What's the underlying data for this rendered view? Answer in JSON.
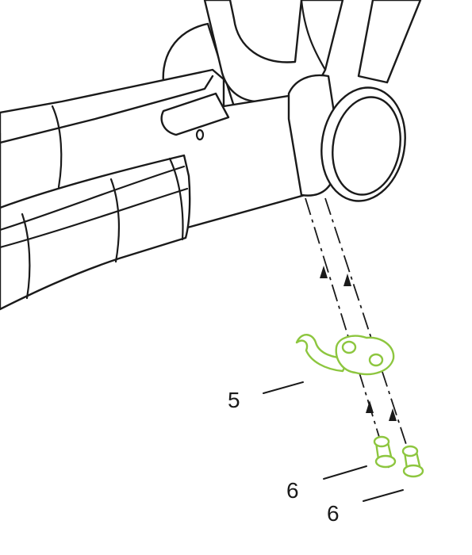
{
  "accent_color": "#8dc63f",
  "line_color": "#1a1a1a",
  "callouts": [
    {
      "label": "5",
      "part": "hook-bracket"
    },
    {
      "label": "6",
      "part": "screw-left"
    },
    {
      "label": "6",
      "part": "screw-right"
    }
  ]
}
